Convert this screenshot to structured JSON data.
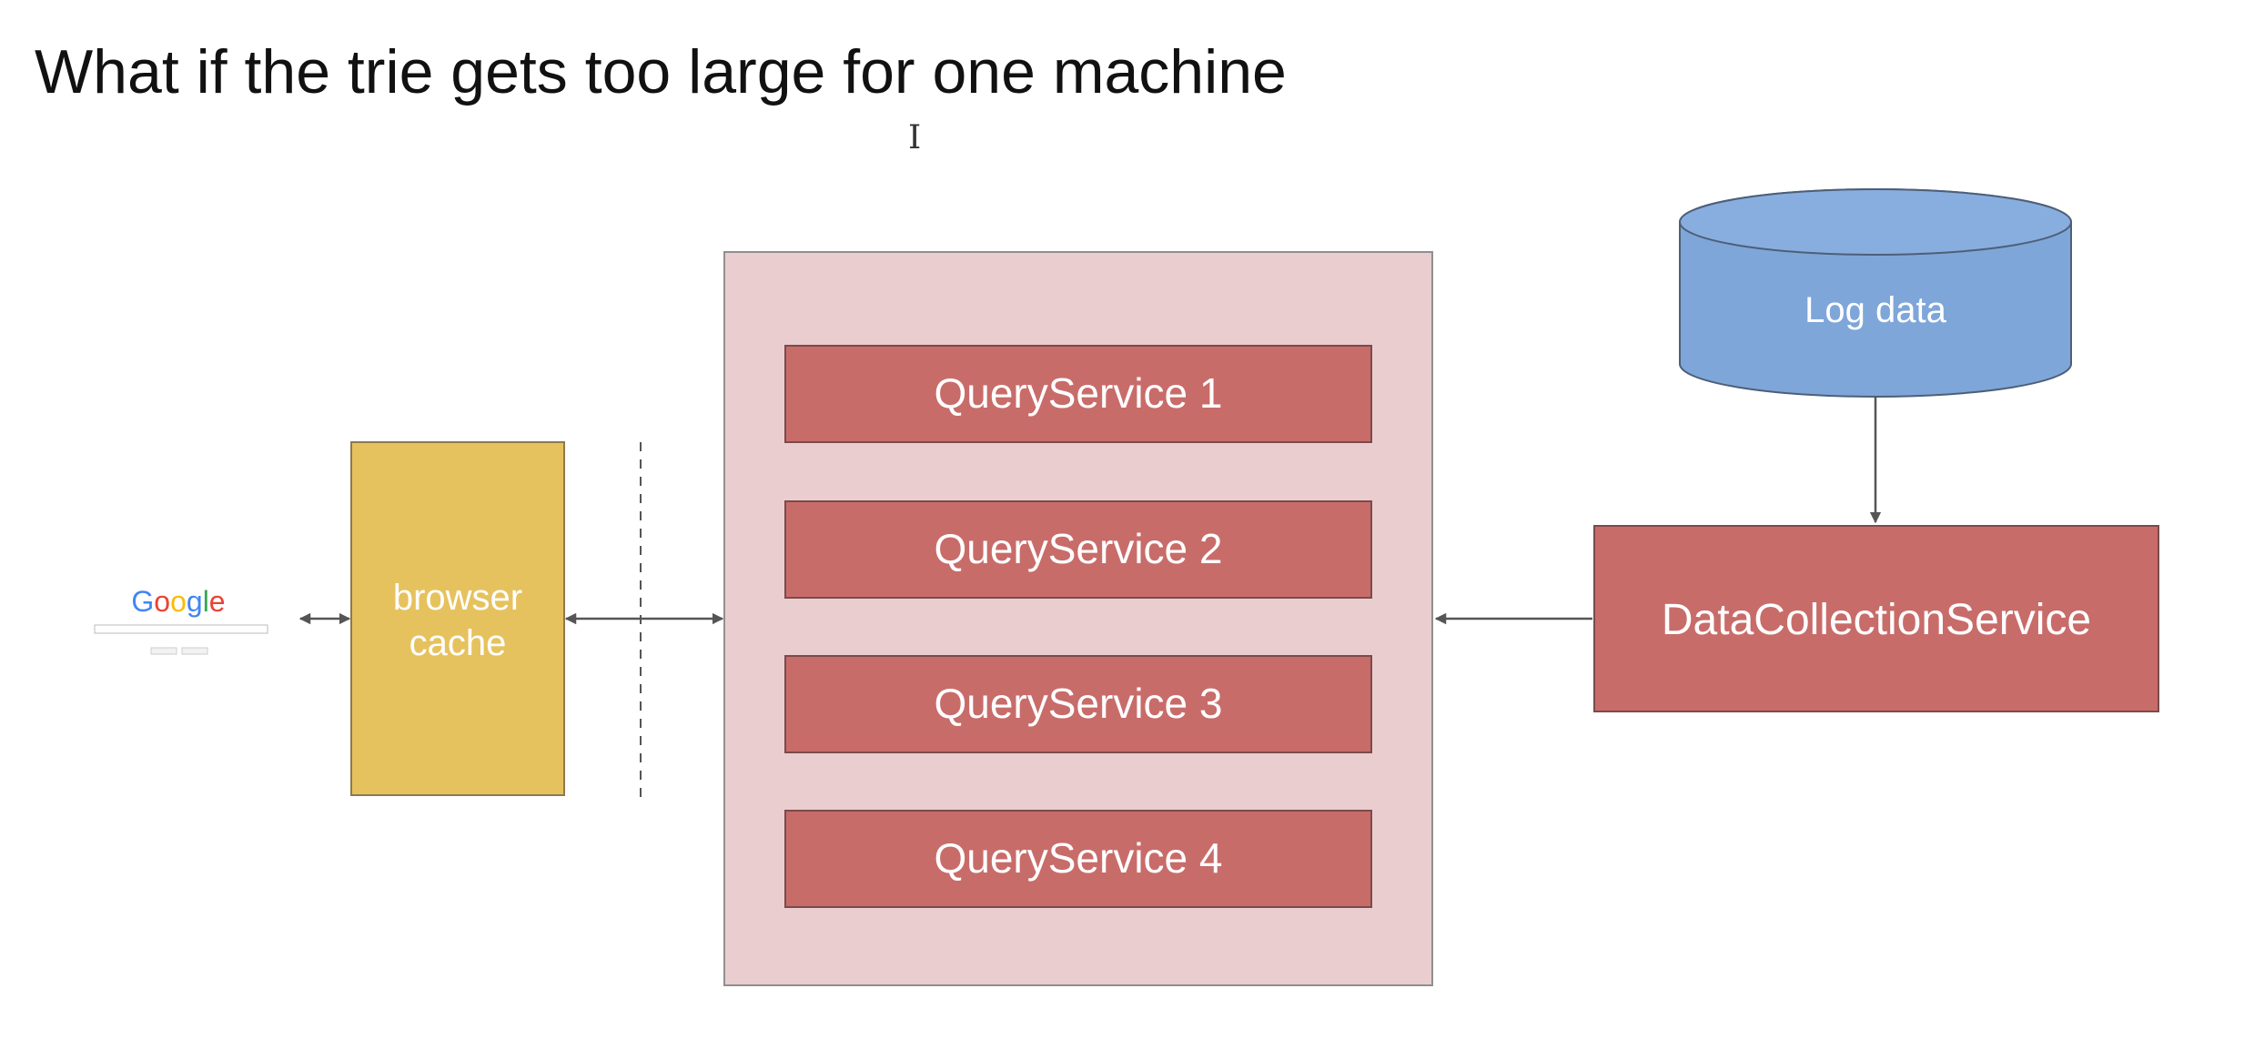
{
  "slide": {
    "title": "What if the trie gets too large for one machine"
  },
  "google_thumbnail": {
    "logo_letters": [
      {
        "char": "G",
        "color": "#4285F4"
      },
      {
        "char": "o",
        "color": "#EA4335"
      },
      {
        "char": "o",
        "color": "#FBBC05"
      },
      {
        "char": "g",
        "color": "#4285F4"
      },
      {
        "char": "l",
        "color": "#34A853"
      },
      {
        "char": "e",
        "color": "#EA4335"
      }
    ]
  },
  "nodes": {
    "browser_cache": {
      "line1": "browser",
      "line2": "cache"
    },
    "query_services": [
      {
        "label": "QueryService 1"
      },
      {
        "label": "QueryService 2"
      },
      {
        "label": "QueryService 3"
      },
      {
        "label": "QueryService 4"
      }
    ],
    "log_data": {
      "label": "Log data"
    },
    "data_collection_service": {
      "label": "DataCollectionService"
    }
  },
  "colors": {
    "browser_cache_fill": "#E6C25E",
    "cluster_fill": "#EACDCF",
    "service_fill": "#C86C6A",
    "database_fill": "#7FA6D9",
    "arrow": "#555555"
  }
}
